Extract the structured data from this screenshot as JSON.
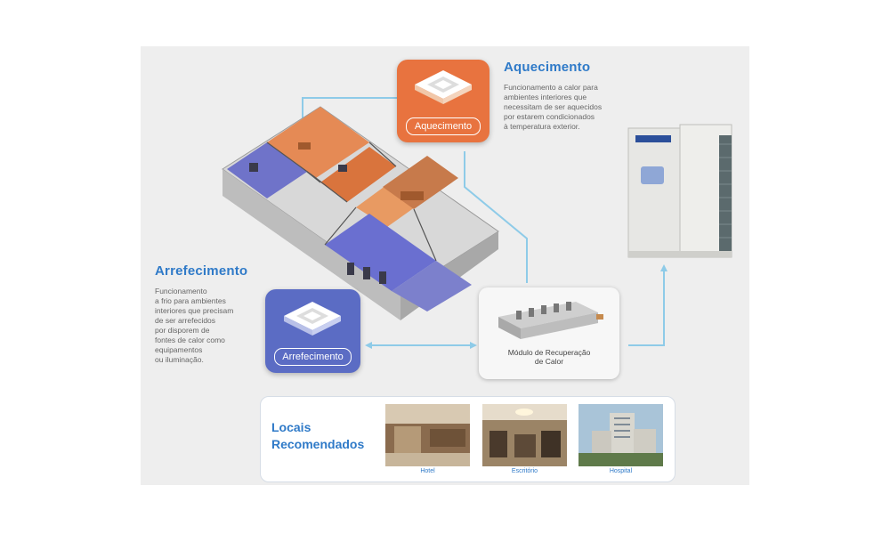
{
  "heating": {
    "title": "Aquecimento",
    "description": "Funcionamento a calor para\nambientes interiores que\nnecessitam de ser aquecidos\npor estarem condicionados\nà temperatura exterior.",
    "card_label": "Aquecimento",
    "color": "#e8733f"
  },
  "cooling": {
    "title": "Arrefecimento",
    "description": "Funcionamento\na frio para ambientes\ninteriores que precisam\nde ser arrefecidos\npor disporem de\nfontes de calor como\nequipamentos\nou iluminação.",
    "card_label": "Arrefecimento",
    "color": "#5b6cc4"
  },
  "module": {
    "label": "Módulo de Recuperação\nde Calor"
  },
  "locais": {
    "title": "Locais\nRecomendados",
    "items": [
      {
        "caption": "Hotel"
      },
      {
        "caption": "Escritório"
      },
      {
        "caption": "Hospital"
      }
    ]
  },
  "colors": {
    "accent_blue": "#2f7ac8",
    "connector": "#8ecbe8"
  }
}
